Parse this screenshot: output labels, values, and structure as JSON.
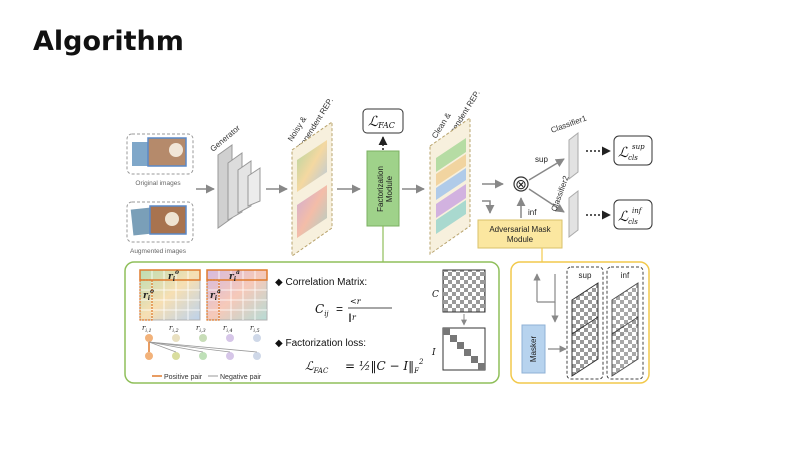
{
  "title": "Algorithm",
  "diagram": {
    "inputs": {
      "original": "Original images",
      "augmented": "Augmented images"
    },
    "generator": "Generator",
    "noisy_rep": [
      "Noisy &",
      "Dependent REP."
    ],
    "factorization_module": [
      "Factorization",
      "Module"
    ],
    "l_fac": "ℒ",
    "l_fac_sub": "FAC",
    "clean_rep": [
      "Clean &",
      "Independent REP."
    ],
    "otimes": "⊗",
    "sup": "sup",
    "inf": "inf",
    "classifier1": "Classifier1",
    "classifier2": "Classifier2",
    "l_cls": "ℒ",
    "l_cls_sub": "cls",
    "l_cls_sup": "sup",
    "l_cls_inf": "inf",
    "adversarial_mask_module": [
      "Adversarial Mask",
      "Module"
    ],
    "fac_panel": {
      "corr_title": "◆ Correlation Matrix:",
      "corr_lhs": "C",
      "corr_lhs_sub": "ij",
      "corr_eq": "=",
      "corr_num": "<r",
      "corr_den": "‖r",
      "loss_title": "◆ Factorization loss:",
      "loss_eq": "= ½‖C − I‖",
      "loss_norm_sub": "F",
      "loss_norm_sup": "2",
      "matrix_c_label": "C",
      "matrix_i_label": "I",
      "grid_r": "r",
      "grid_sub_i": "i",
      "grid_sup_o": "o",
      "grid_sup_a": "a",
      "row1_sub": [
        "i,1",
        "i,2",
        "i,3",
        "i,4",
        "i,5"
      ],
      "positive_pair": "Positive pair",
      "negative_pair": "Negative pair"
    },
    "mask_panel": {
      "masker": "Masker",
      "sup": "sup",
      "inf": "inf"
    },
    "colors": {
      "factor_green": "#9fd28a",
      "mask_yellow": "#fbe7a0",
      "panel_green": "#8fbf5a",
      "panel_yellow": "#f2c94c",
      "masker_blue": "#b7d3ee",
      "arrow": "#888888"
    }
  }
}
